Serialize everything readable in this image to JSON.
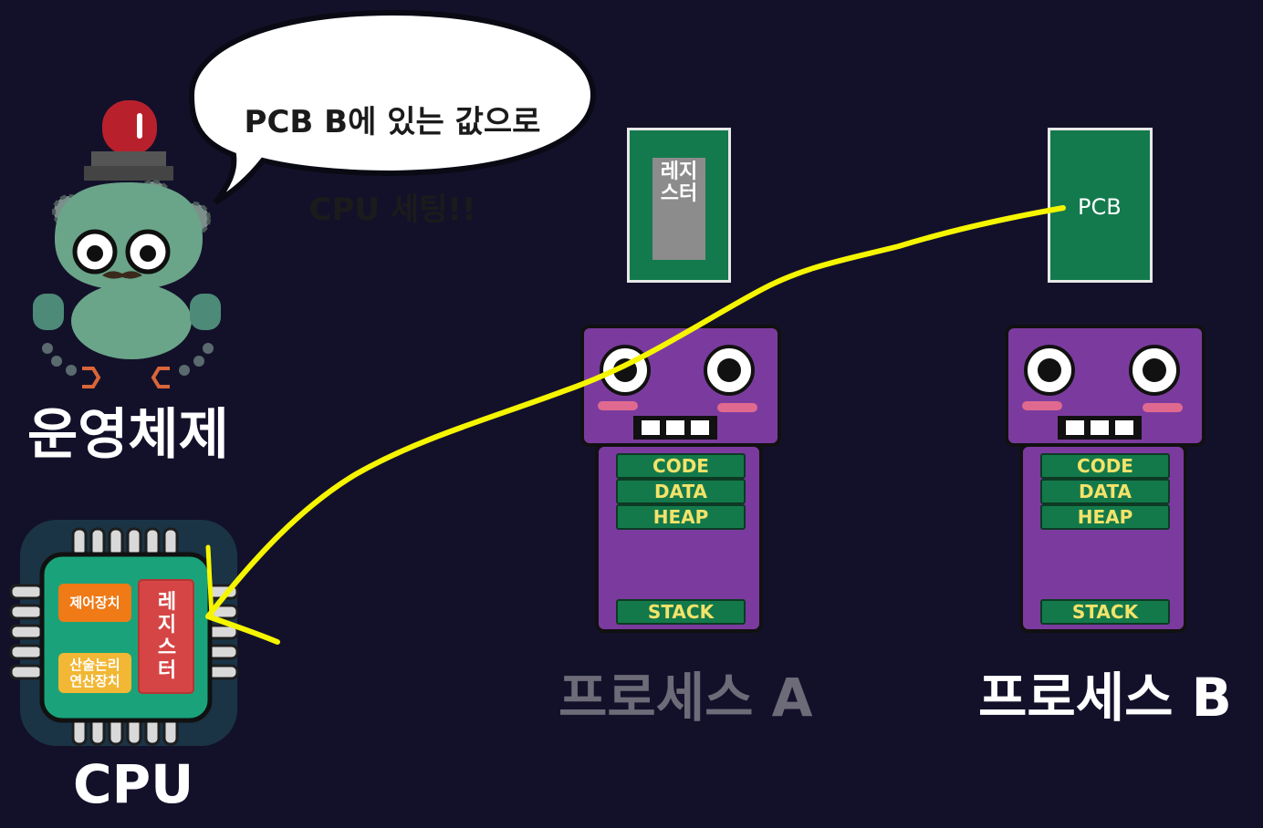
{
  "speech": {
    "line1": "PCB B에 있는 값으로",
    "line2": "CPU 세팅!!"
  },
  "os": {
    "label": "운영체제"
  },
  "cpu": {
    "label": "CPU",
    "control_unit": "제어장치",
    "alu_line1": "산술논리",
    "alu_line2": "연산장치",
    "register": "레지스터"
  },
  "process_a": {
    "label": "프로세스 A",
    "pcb_register": "레지스터",
    "segments": [
      "CODE",
      "DATA",
      "HEAP"
    ],
    "stack": "STACK"
  },
  "process_b": {
    "label": "프로세스 B",
    "pcb": "PCB",
    "segments": [
      "CODE",
      "DATA",
      "HEAP"
    ],
    "stack": "STACK"
  },
  "colors": {
    "background": "#13112a",
    "arrow": "#f5f500",
    "pcb_card": "#137a4e",
    "process_body": "#7b3b9e",
    "cpu_board": "#1aa37a",
    "cpu_register": "#d64545"
  }
}
